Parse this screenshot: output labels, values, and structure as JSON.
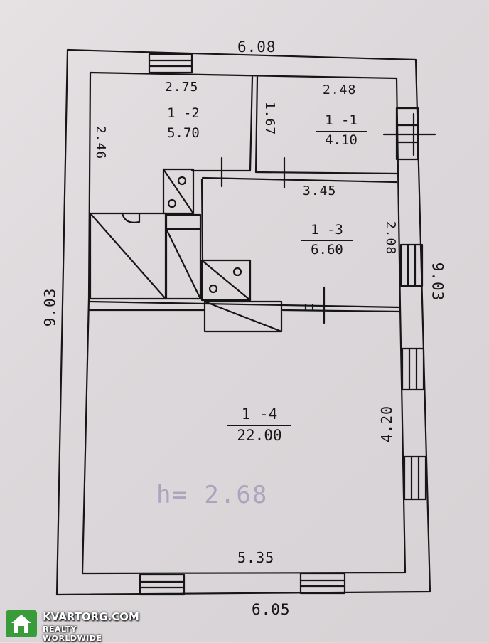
{
  "dimensions": {
    "outer_top": "6.08",
    "outer_bottom": "6.05",
    "outer_left": "9.03",
    "outer_right": "9.03",
    "room_1_2_width": "2.75",
    "room_1_2_height": "2.46",
    "room_1_1_width": "2.48",
    "room_1_1_height": "1.67",
    "room_1_3_width": "3.45",
    "room_1_3_height": "2.08",
    "room_1_4_width": "5.35",
    "room_1_4_height": "4.20"
  },
  "rooms": [
    {
      "id": "1 -2",
      "area": "5.70"
    },
    {
      "id": "1 -1",
      "area": "4.10"
    },
    {
      "id": "1 -3",
      "area": "6.60"
    },
    {
      "id": "1 -4",
      "area": "22.00"
    }
  ],
  "height_note": "h= 2.68",
  "watermark": {
    "brand": "KVARTORG.COM",
    "tagline": "REALTY WORLDWIDE",
    "color": "#3a9b3a"
  },
  "ink_color": "#161616"
}
